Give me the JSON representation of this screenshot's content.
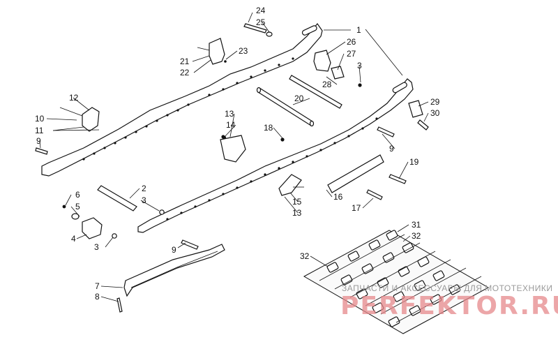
{
  "callouts": {
    "c1": "1",
    "c2": "2",
    "c3a": "3",
    "c3b": "3",
    "c3c": "3",
    "c4": "4",
    "c5": "5",
    "c6": "6",
    "c7": "7",
    "c8": "8",
    "c9a": "9",
    "c9b": "9",
    "c9c": "9",
    "c10": "10",
    "c11": "11",
    "c12": "12",
    "c13a": "13",
    "c13b": "13",
    "c14": "14",
    "c15": "15",
    "c16": "16",
    "c17": "17",
    "c18": "18",
    "c19": "19",
    "c20": "20",
    "c21": "21",
    "c22": "22",
    "c23": "23",
    "c24": "24",
    "c25": "25",
    "c26": "26",
    "c27": "27",
    "c28": "28",
    "c29": "29",
    "c30": "30",
    "c31": "31",
    "c32a": "32",
    "c32b": "32"
  },
  "watermark": {
    "top_text": "ЗАПЧАСТИ И АКСЕССУАРЫ ДЛЯ МОТОТЕХНИКИ",
    "main_text": "PERFEKTOR.RU"
  },
  "colors": {
    "line": "#111111",
    "watermark_main": "#e6898c",
    "watermark_top": "#9a9a9a"
  }
}
